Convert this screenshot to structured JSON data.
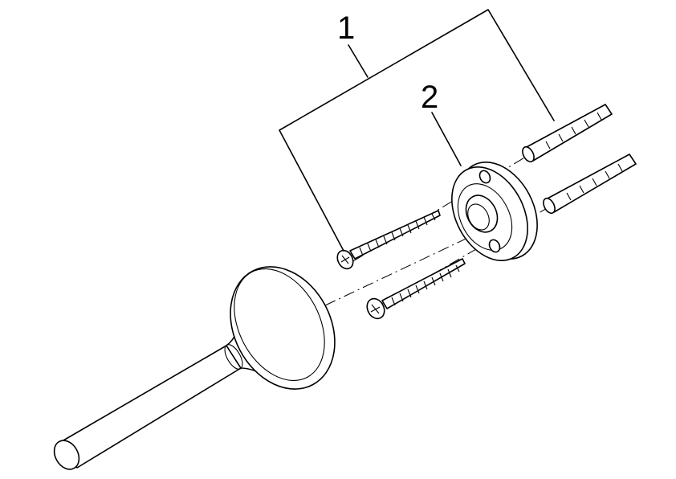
{
  "callouts": [
    {
      "number": "1"
    },
    {
      "number": "2"
    }
  ],
  "icons": {
    "parts": [
      "handle-bar",
      "rosette-cover",
      "mounting-flange",
      "wood-screw",
      "wall-plug"
    ]
  }
}
